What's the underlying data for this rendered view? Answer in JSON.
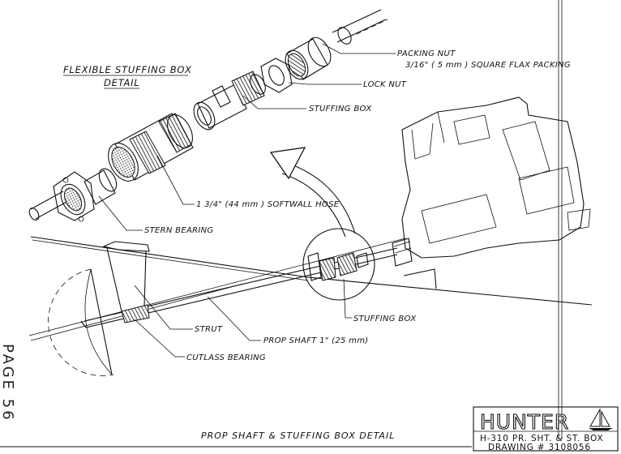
{
  "detail_title": {
    "line1": "FLEXIBLE STUFFING BOX",
    "line2": "DETAIL"
  },
  "callouts": {
    "packing_nut": "PACKING NUT",
    "flax_packing": "3/16\" ( 5 mm ) SQUARE FLAX PACKING",
    "lock_nut": "LOCK NUT",
    "stuffing_box_top": "STUFFING BOX",
    "softwall_hose": "1 3/4\" (44 mm ) SOFTWALL HOSE",
    "stern_bearing": "STERN BEARING",
    "stuffing_box_bottom": "STUFFING BOX",
    "strut": "STRUT",
    "prop_shaft": "PROP SHAFT 1\" (25 mm)",
    "cutlass_bearing": "CUTLASS BEARING"
  },
  "bottom_title": "PROP SHAFT & STUFFING BOX DETAIL",
  "page_label": "PAGE 56",
  "title_block": {
    "brand": "HUNTER",
    "line1": "H-310 PR. SHT. & ST. BOX",
    "line2": "DRAWING # 3108056"
  }
}
